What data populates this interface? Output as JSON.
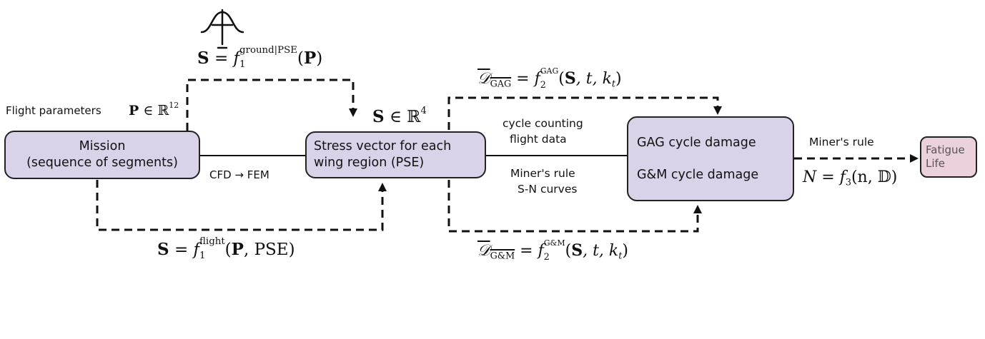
{
  "nodes": {
    "mission": {
      "line1": "Mission",
      "line2": "(sequence of segments)"
    },
    "stress": {
      "line1": "Stress vector for each",
      "line2": "wing region (PSE)"
    },
    "damage": {
      "line1": "GAG cycle damage",
      "line2": "G&M cycle damage"
    },
    "fatigue": {
      "line1": "Fatigue",
      "line2": "Life"
    }
  },
  "labels": {
    "flight_params": "Flight parameters",
    "cfd_fem": "CFD → FEM",
    "cycle_counting": "cycle counting",
    "flight_data": "flight data",
    "miners_rule_mid": "Miner's rule",
    "sn_curves": "S-N curves",
    "miners_rule_right": "Miner's rule"
  },
  "math": {
    "P_in": {
      "sym": "P",
      "rel": "∈",
      "set": "ℝ",
      "exp": "12"
    },
    "S_in": {
      "sym": "S",
      "rel": "∈",
      "set": "ℝ",
      "exp": "4"
    },
    "f1_ground": {
      "lhs": "S",
      "eq": "=",
      "f": "f",
      "sub": "1",
      "sup": "ground|PSE",
      "arg": "(",
      "argb": "P",
      "argc": ")"
    },
    "f1_flight": {
      "lhs": "S",
      "eq": "=",
      "f": "f",
      "sub": "1",
      "sup": "flight",
      "arg": "(",
      "argb": "P",
      "argc": ", PSE)"
    },
    "f2_gag": {
      "D": "𝒟",
      "Dsub": "GAG",
      "eq": "=",
      "f": "f",
      "sub": "2",
      "sup": "GAG",
      "a1": "(",
      "S": "S",
      "rest": ", t, k",
      "ksub": "t",
      "close": ")"
    },
    "f2_gm": {
      "D": "𝒟",
      "Dsub": "G&M",
      "eq": "=",
      "f": "f",
      "sub": "2",
      "sup": "G&M",
      "a1": "(",
      "S": "S",
      "rest": ", t, k",
      "ksub": "t",
      "close": ")"
    },
    "f3": {
      "N": "N",
      "eq": "=",
      "f": "f",
      "sub": "3",
      "arg": "(n, 𝔻)"
    }
  },
  "icons": [
    "gaussian-icon",
    "neural-network-icon",
    "neural-network-icon",
    "neural-network-icon"
  ],
  "colors": {
    "box_fill": "#d9d2e9",
    "fatigue_fill": "#ead1dc",
    "line": "#111111"
  }
}
